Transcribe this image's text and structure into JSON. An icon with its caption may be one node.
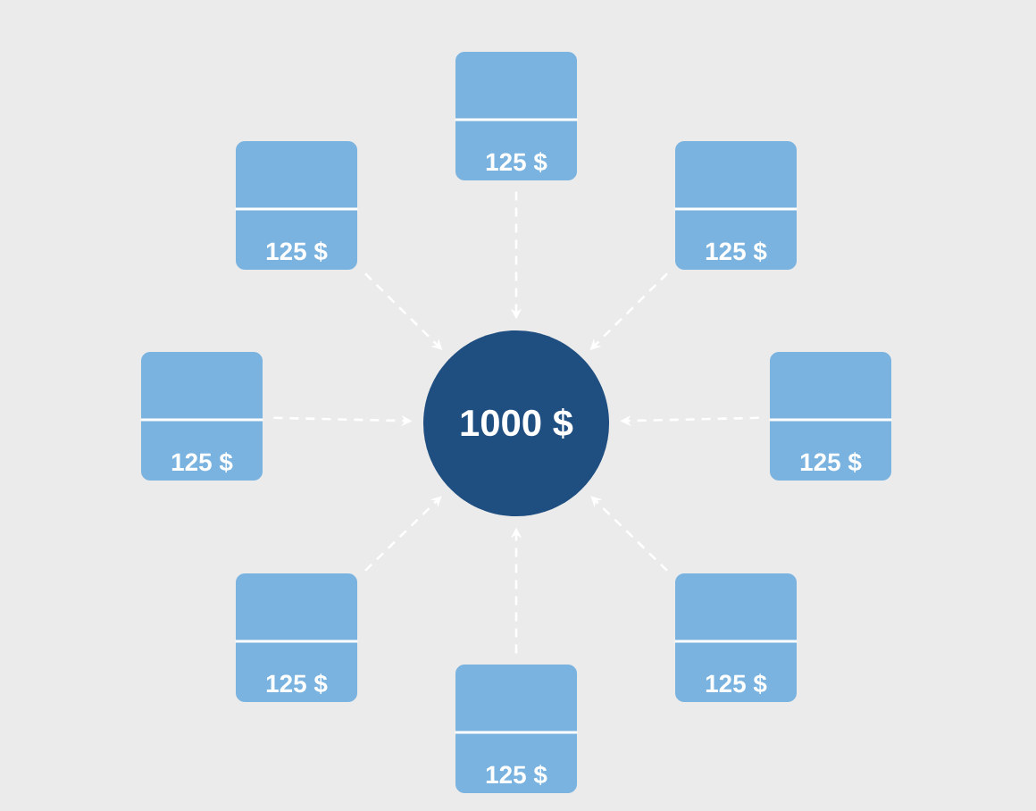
{
  "diagram": {
    "nodes": [
      {
        "text": [
          "125 $"
        ]
      },
      {
        "text": [
          "125 $"
        ]
      },
      {
        "text": [
          "125 $"
        ]
      },
      {
        "text": [
          "125 $"
        ]
      },
      {
        "text": [
          "1000 $"
        ]
      },
      {
        "text": [
          "125 $"
        ]
      },
      {
        "text": [
          "125 $"
        ]
      },
      {
        "text": [
          "125 $"
        ]
      },
      {
        "text": [
          "125 $"
        ]
      }
    ],
    "edges": [
      {
        "from": 0,
        "to": 4,
        "arrow": "to",
        "style": "dashed"
      },
      {
        "from": 1,
        "to": 4,
        "arrow": "to",
        "style": "dashed"
      },
      {
        "from": 2,
        "to": 4,
        "arrow": "to",
        "style": "dashed"
      },
      {
        "from": 3,
        "to": 4,
        "arrow": "to",
        "style": "dashed"
      },
      {
        "from": 5,
        "to": 4,
        "arrow": "to",
        "style": "dashed"
      },
      {
        "from": 6,
        "to": 4,
        "arrow": "to",
        "style": "dashed"
      },
      {
        "from": 7,
        "to": 4,
        "arrow": "to",
        "style": "dashed"
      },
      {
        "from": 8,
        "to": 4,
        "arrow": "to",
        "style": "dashed"
      }
    ]
  }
}
